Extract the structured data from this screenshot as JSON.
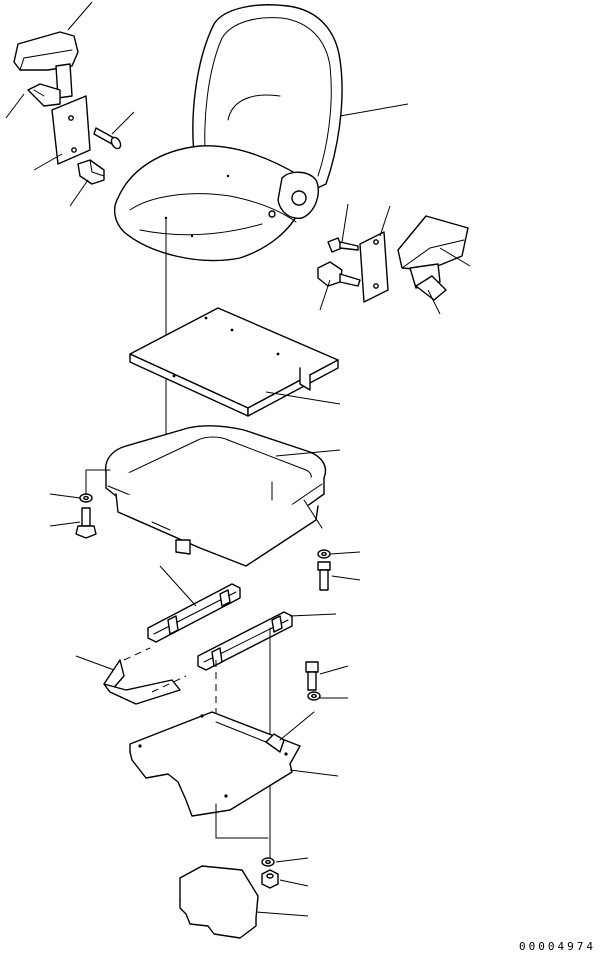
{
  "drawing": {
    "number": "00004974",
    "line_color": "#000000",
    "background": "#ffffff",
    "parts": [
      {
        "name": "armrest-left",
        "icon": "armrest-icon"
      },
      {
        "name": "armrest-bracket-left",
        "icon": "bracket-icon"
      },
      {
        "name": "bolt-left-upper",
        "icon": "bolt-icon"
      },
      {
        "name": "bolt-left-lower",
        "icon": "bolt-icon"
      },
      {
        "name": "seat-assembly",
        "icon": "seat-icon"
      },
      {
        "name": "armrest-right",
        "icon": "armrest-icon"
      },
      {
        "name": "armrest-bracket-right",
        "icon": "bracket-icon"
      },
      {
        "name": "bolt-right-upper",
        "icon": "bolt-icon"
      },
      {
        "name": "bolt-right-lower",
        "icon": "bolt-icon"
      },
      {
        "name": "seat-plate",
        "icon": "plate-icon"
      },
      {
        "name": "suspension-frame",
        "icon": "frame-icon"
      },
      {
        "name": "washer",
        "icon": "washer-icon"
      },
      {
        "name": "bolt",
        "icon": "bolt-icon"
      },
      {
        "name": "slide-rail-left",
        "icon": "rail-icon"
      },
      {
        "name": "slide-rail-right",
        "icon": "rail-icon"
      },
      {
        "name": "lever",
        "icon": "lever-icon"
      },
      {
        "name": "base-plate",
        "icon": "plate-icon"
      },
      {
        "name": "nut",
        "icon": "nut-icon"
      },
      {
        "name": "mat",
        "icon": "mat-icon"
      }
    ]
  }
}
